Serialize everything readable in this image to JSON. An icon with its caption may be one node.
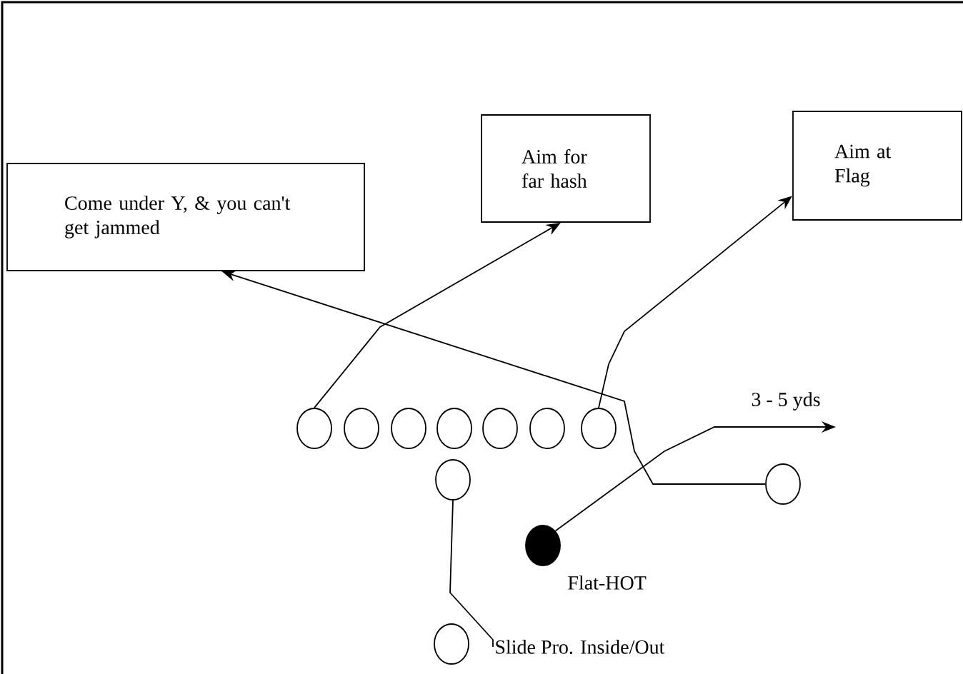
{
  "diagram": {
    "nodes": [
      {
        "text": [
          "Come under Y, & you can't get jammed"
        ]
      },
      {
        "text": [
          "Aim for far hash"
        ]
      },
      {
        "text": [
          "Aim at Flag"
        ]
      },
      {
        "text": [],
        "shape": "circle"
      },
      {
        "text": [],
        "shape": "circle"
      },
      {
        "text": [],
        "shape": "circle"
      },
      {
        "text": [],
        "shape": "circle"
      },
      {
        "text": [],
        "shape": "circle"
      },
      {
        "text": [],
        "shape": "circle"
      },
      {
        "text": [],
        "shape": "circle"
      },
      {
        "text": [],
        "shape": "circle"
      },
      {
        "text": [],
        "shape": "circle"
      },
      {
        "text": [],
        "shape": "circle",
        "beside": [
          "Flat-HOT"
        ]
      },
      {
        "text": [],
        "shape": "circle"
      },
      {
        "text": [
          "Slide Pro. Inside/Out"
        ]
      }
    ],
    "edges": [
      {
        "from": 11,
        "to": 0,
        "arrow": "to"
      },
      {
        "from": 3,
        "to": 1,
        "arrow": "to"
      },
      {
        "from": 9,
        "to": 2,
        "arrow": "to"
      },
      {
        "from": 12,
        "to": null,
        "arrow": "to",
        "label": "3 - 5 yds"
      },
      {
        "from": 10,
        "to": 14,
        "arrow": "none"
      }
    ]
  }
}
